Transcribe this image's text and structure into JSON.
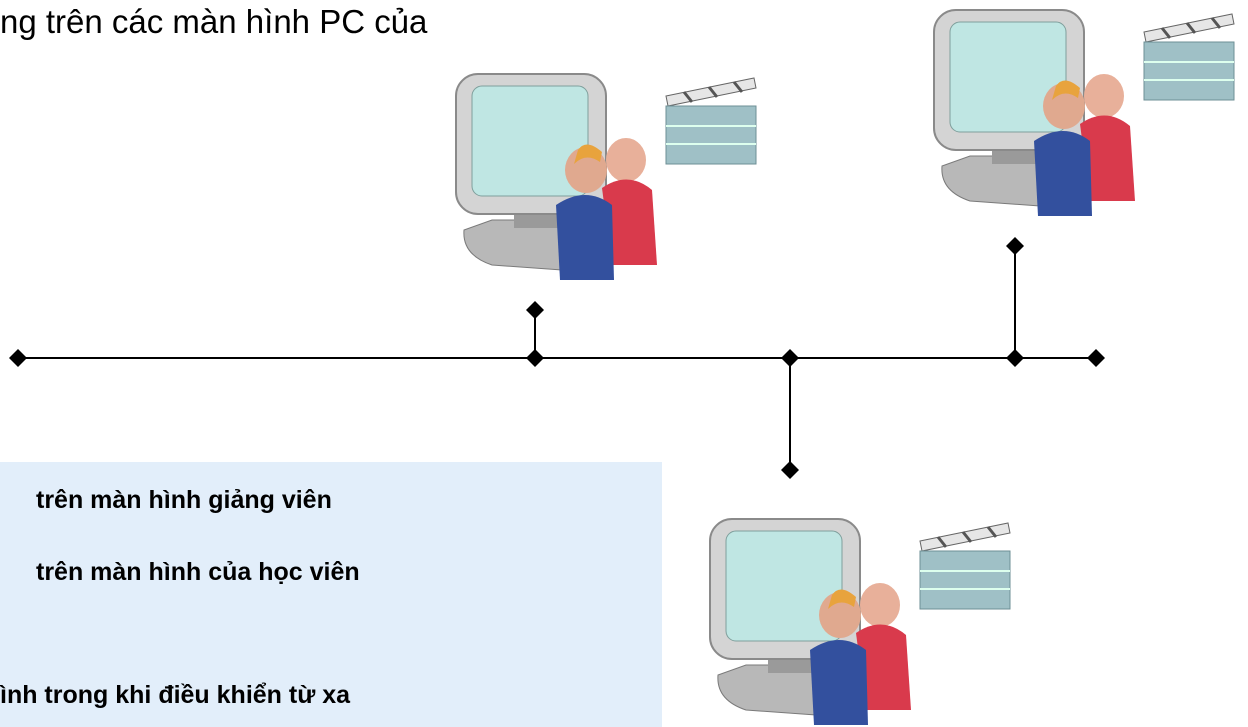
{
  "header": {
    "text": "ng trên các màn hình PC của"
  },
  "info_box": {
    "lines": [
      "trên màn hình giảng viên",
      "trên màn hình của học viên",
      "ình trong khi điều khiển từ xa"
    ]
  },
  "colors": {
    "info_box_bg": "#e2eefa",
    "network_line": "#000000",
    "monitor_screen": "#bfe6e3",
    "person_front": "#33509e",
    "person_back": "#d93a4c"
  },
  "icons": [
    "computer-user-icon",
    "clapperboard-icon",
    "network-node-icon"
  ]
}
